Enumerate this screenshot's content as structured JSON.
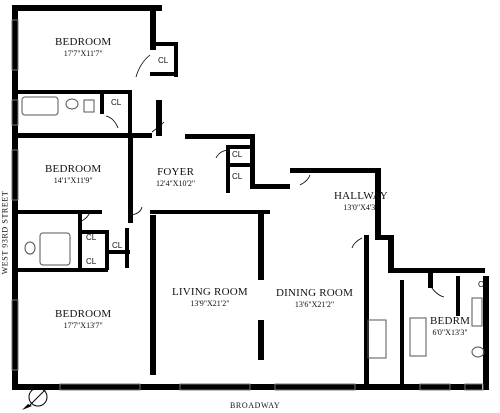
{
  "rooms": {
    "bedroom_top": {
      "name": "BEDROOM",
      "dims": "17'7\"X11'7\""
    },
    "bedroom_mid": {
      "name": "BEDROOM",
      "dims": "14'1\"X11'9\""
    },
    "bedroom_bottom": {
      "name": "BEDROOM",
      "dims": "17'7\"X13'7\""
    },
    "foyer": {
      "name": "FOYER",
      "dims": "12'4\"X10'2\""
    },
    "hallway": {
      "name": "HALLWAY",
      "dims": "13'0\"X4'3\""
    },
    "living_room": {
      "name": "LIVING ROOM",
      "dims": "13'9\"X21'2\""
    },
    "dining_room": {
      "name": "DINING ROOM",
      "dims": "13'6\"X21'2\""
    },
    "bedrm_small": {
      "name": "BEDRM",
      "dims": "6'0\"X13'3\""
    }
  },
  "closet_label": "CL",
  "streets": {
    "west": "WEST 93RD STREET",
    "south": "BROADWAY"
  },
  "colors": {
    "wall": "#000000",
    "window": "#777777",
    "fixture": "#555555"
  },
  "icons": {
    "compass": "north-arrow-icon"
  }
}
